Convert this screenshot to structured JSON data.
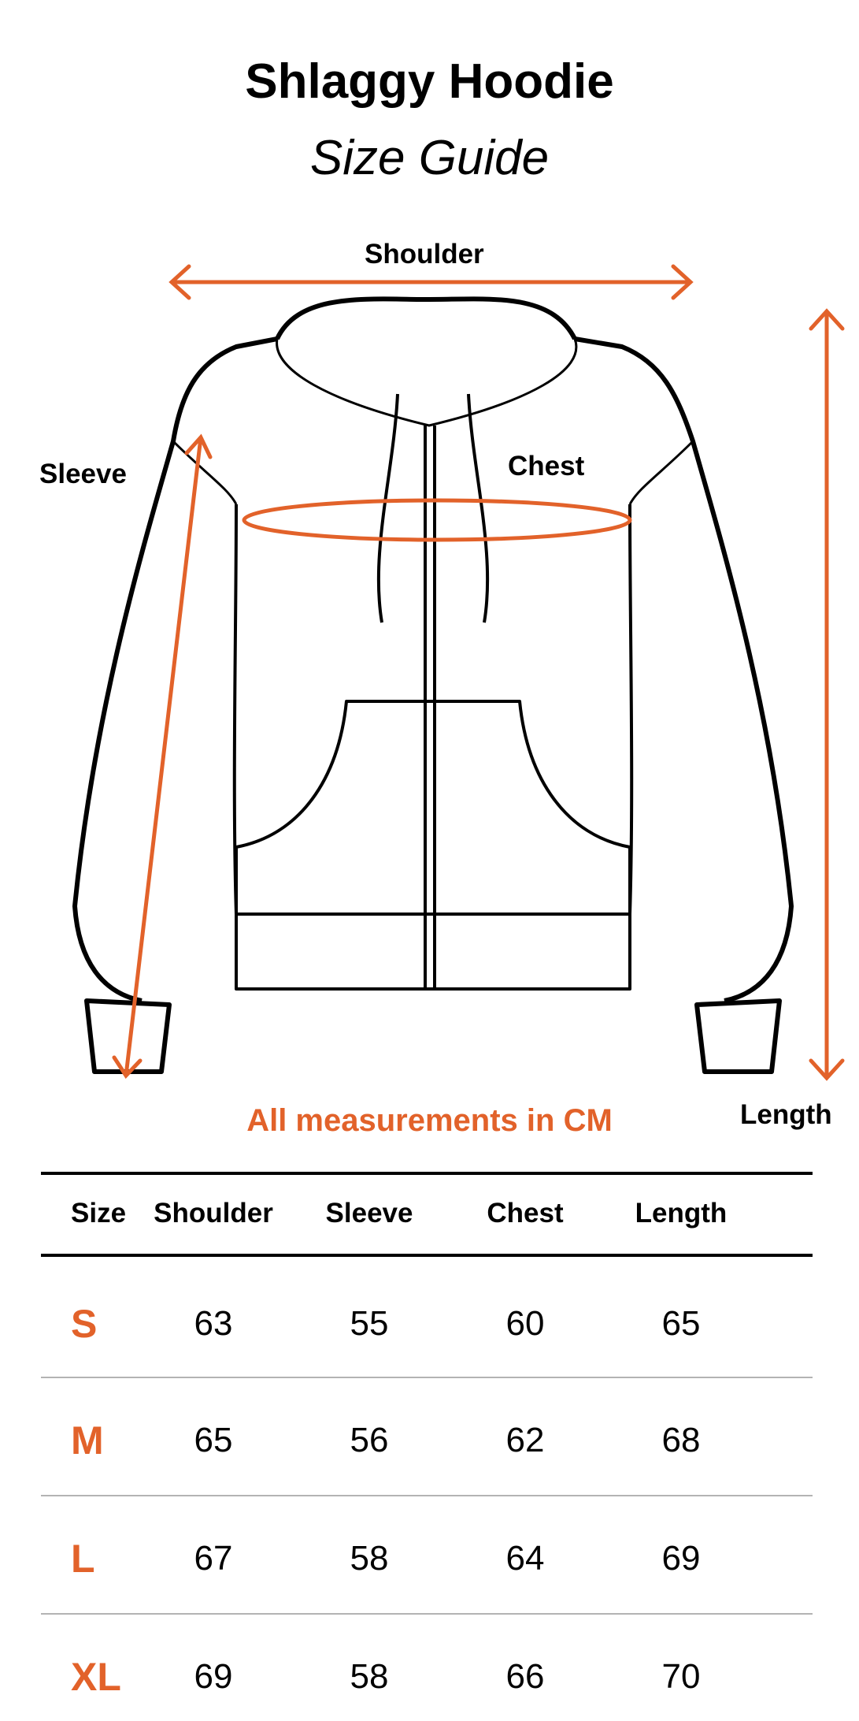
{
  "header": {
    "title": "Shlaggy Hoodie",
    "subtitle": "Size Guide"
  },
  "diagram": {
    "labels": {
      "shoulder": "Shoulder",
      "sleeve": "Sleeve",
      "chest": "Chest",
      "length": "Length"
    },
    "accent_color": "#E2622A"
  },
  "note": "All measurements in CM",
  "table": {
    "columns": [
      "Size",
      "Shoulder",
      "Sleeve",
      "Chest",
      "Length"
    ],
    "rows": [
      {
        "size": "S",
        "shoulder": "63",
        "sleeve": "55",
        "chest": "60",
        "length": "65"
      },
      {
        "size": "M",
        "shoulder": "65",
        "sleeve": "56",
        "chest": "62",
        "length": "68"
      },
      {
        "size": "L",
        "shoulder": "67",
        "sleeve": "58",
        "chest": "64",
        "length": "69"
      },
      {
        "size": "XL",
        "shoulder": "69",
        "sleeve": "58",
        "chest": "66",
        "length": "70"
      }
    ]
  }
}
